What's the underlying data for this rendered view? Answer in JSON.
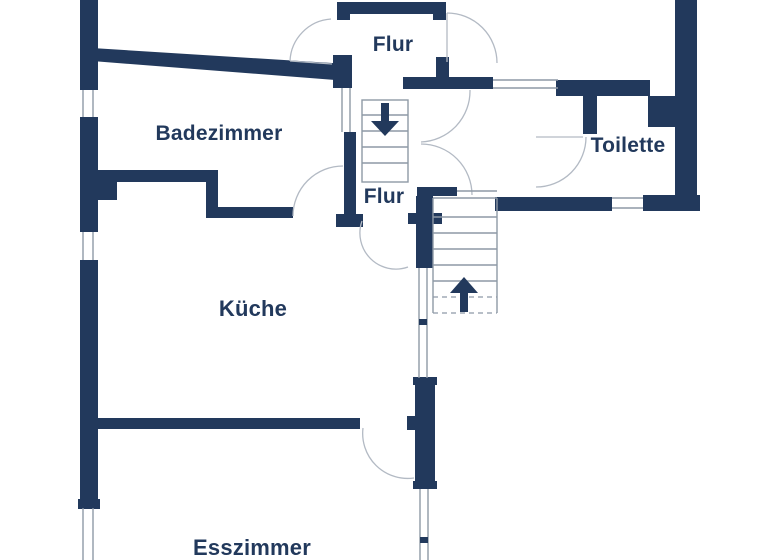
{
  "plan": {
    "type": "floorplan",
    "colors": {
      "wall": "#22395c",
      "line": "#8e99a6",
      "arc": "#b3bac4",
      "label": "#22395c",
      "background": "#ffffff"
    },
    "rooms": [
      {
        "id": "flur-top",
        "label": "Flur"
      },
      {
        "id": "badezimmer",
        "label": "Badezimmer"
      },
      {
        "id": "flur-middle",
        "label": "Flur"
      },
      {
        "id": "toilette",
        "label": "Toilette"
      },
      {
        "id": "kueche",
        "label": "Küche"
      },
      {
        "id": "esszimmer",
        "label": "Esszimmer"
      }
    ],
    "stairs": [
      {
        "id": "staircase-upper",
        "direction": "down"
      },
      {
        "id": "staircase-lower",
        "direction": "up"
      }
    ]
  }
}
